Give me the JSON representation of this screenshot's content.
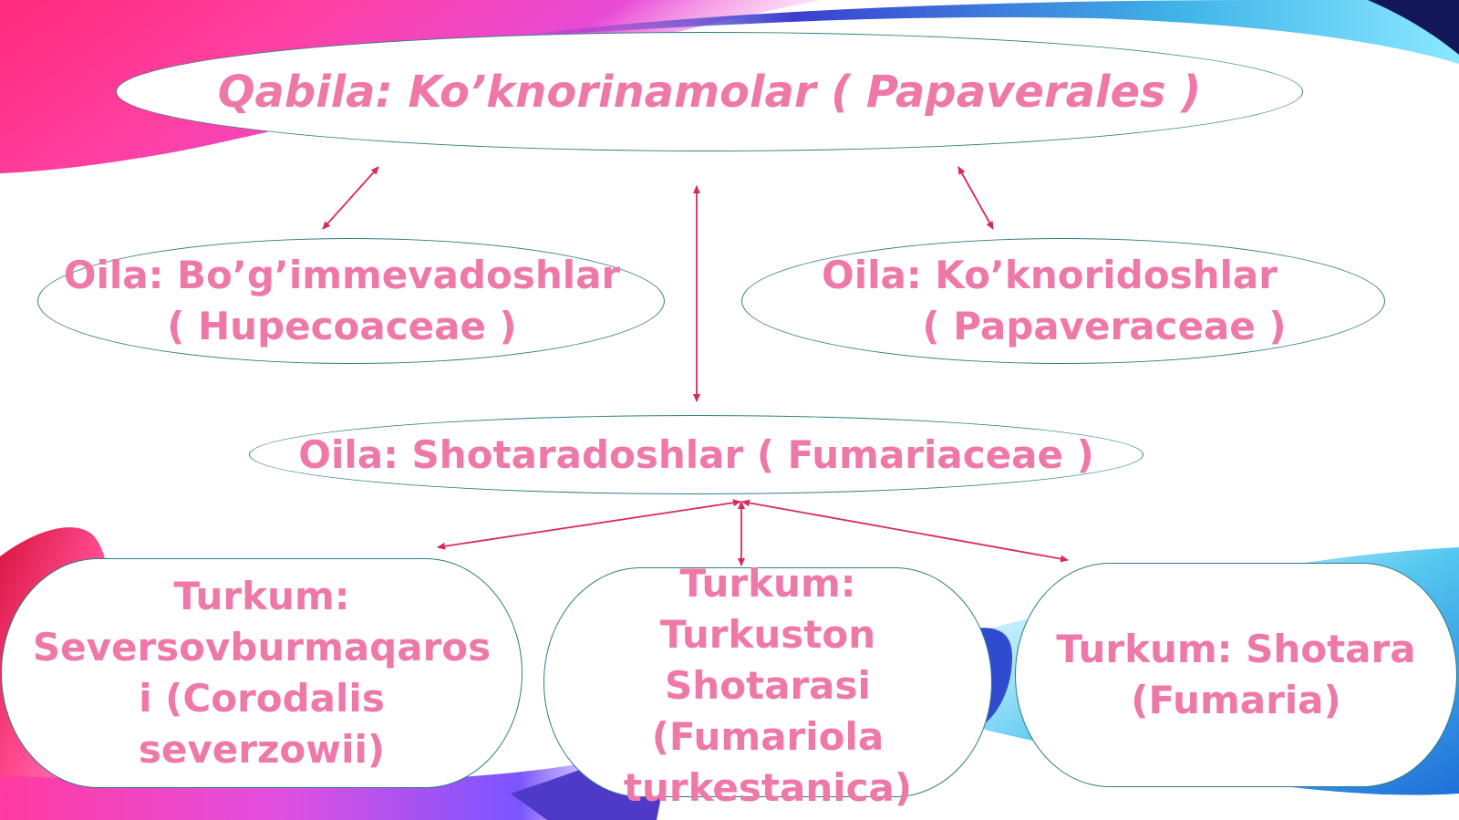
{
  "diagram": {
    "order": "Qabila: Ko’knorinamolar ( Papaverales )",
    "family_left": [
      "Oila: Bo’g’immevadoshlar",
      "( Hupecoaceae )"
    ],
    "family_right": [
      "Oila: Ko’knoridoshlar",
      "( Papaveraceae )"
    ],
    "family_center": "Oila: Shotaradoshlar ( Fumariaceae )",
    "genus_1": [
      "Turkum:",
      "Seversovburmaqaros",
      "i (Corodalis",
      "severzowii)"
    ],
    "genus_2": [
      "Turkum:",
      "Turkuston",
      "Shotarasi",
      "(Fumariola",
      "turkestanica)"
    ],
    "genus_3": [
      "Turkum: Shotara",
      "(Fumaria)"
    ]
  },
  "colors": {
    "text": "#ee78a8",
    "border": "#2f7d80",
    "arrow": "#d92a5c"
  }
}
